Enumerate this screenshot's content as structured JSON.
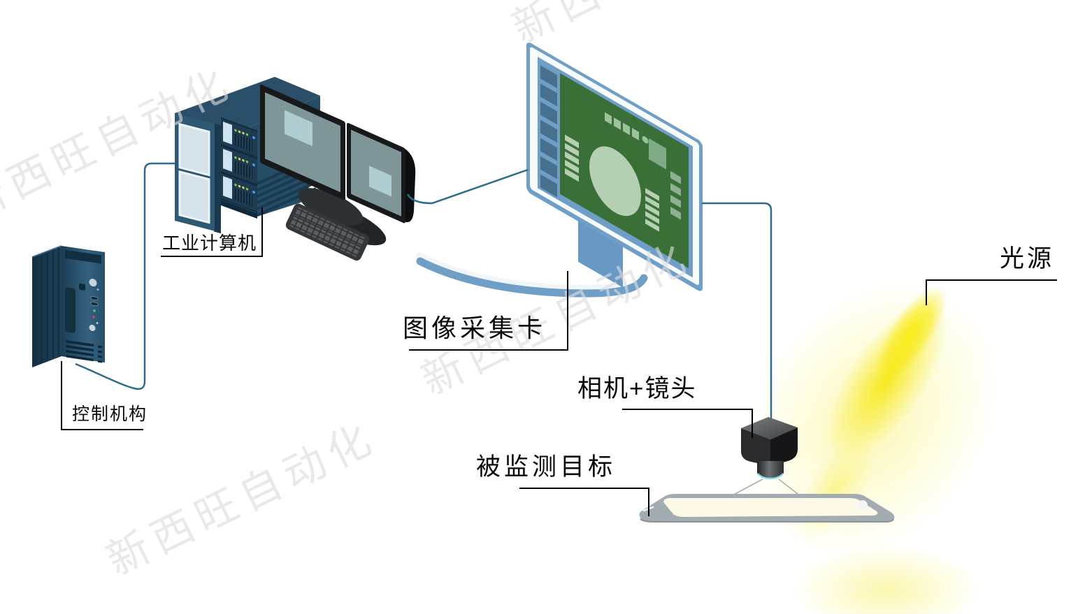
{
  "diagram": {
    "type": "machine-vision-system-architecture",
    "watermark": {
      "text": "新西旺自动化"
    },
    "labels": {
      "industrial_computer": "工业计算机",
      "control_mechanism": "控制机构",
      "image_capture_card": "图像采集卡",
      "camera_lens": "相机+镜头",
      "monitored_target": "被监测目标",
      "light_source": "光源"
    },
    "devices": [
      "control-tower",
      "industrial-computer-server",
      "dual-monitors",
      "keyboard",
      "capture-card-monitor",
      "camera-with-lens",
      "target-panel",
      "light-source-glow"
    ],
    "colors": {
      "label_line": "#000000",
      "cable": "#2D6B8C",
      "monitor_frame_blue": "#6F9EC6",
      "screen_green": "#3A7038",
      "pcb_light": "#B5CFB3",
      "device_teal": "#2C4F69",
      "glow_yellow": "#F6E80B",
      "tablet_gray": "#A3ACB1"
    }
  }
}
